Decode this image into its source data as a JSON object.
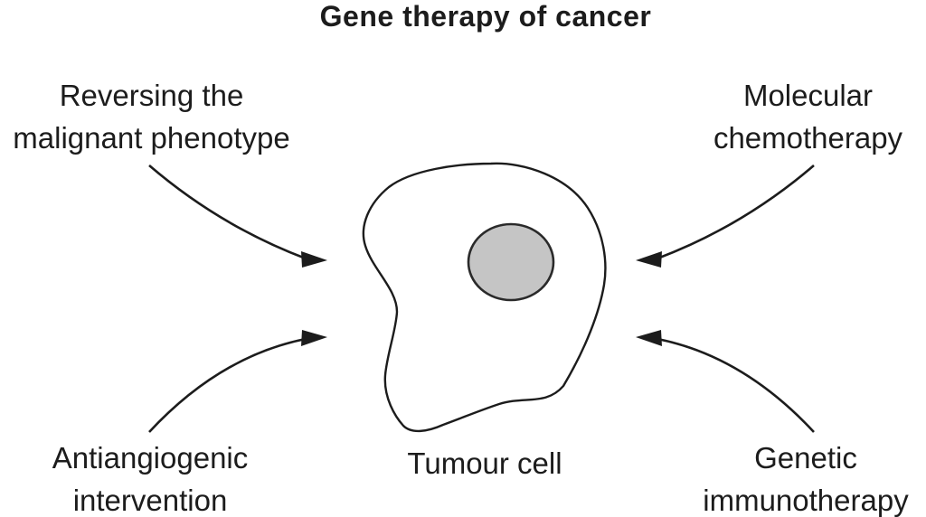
{
  "diagram": {
    "title": "Gene therapy of cancer",
    "center": {
      "label": "Tumour cell"
    },
    "labels": {
      "top_left": {
        "line1": "Reversing the",
        "line2": "malignant phenotype"
      },
      "top_right": {
        "line1": "Molecular",
        "line2": "chemotherapy"
      },
      "bottom_left": {
        "line1": "Antiangiogenic",
        "line2": "intervention"
      },
      "bottom_right": {
        "line1": "Genetic",
        "line2": "immunotherapy"
      }
    },
    "colors": {
      "background": "#ffffff",
      "line": "#1c1c1c",
      "text": "#1c1c1c",
      "nucleus_fill": "#c5c5c5",
      "cell_fill": "#ffffff"
    }
  }
}
